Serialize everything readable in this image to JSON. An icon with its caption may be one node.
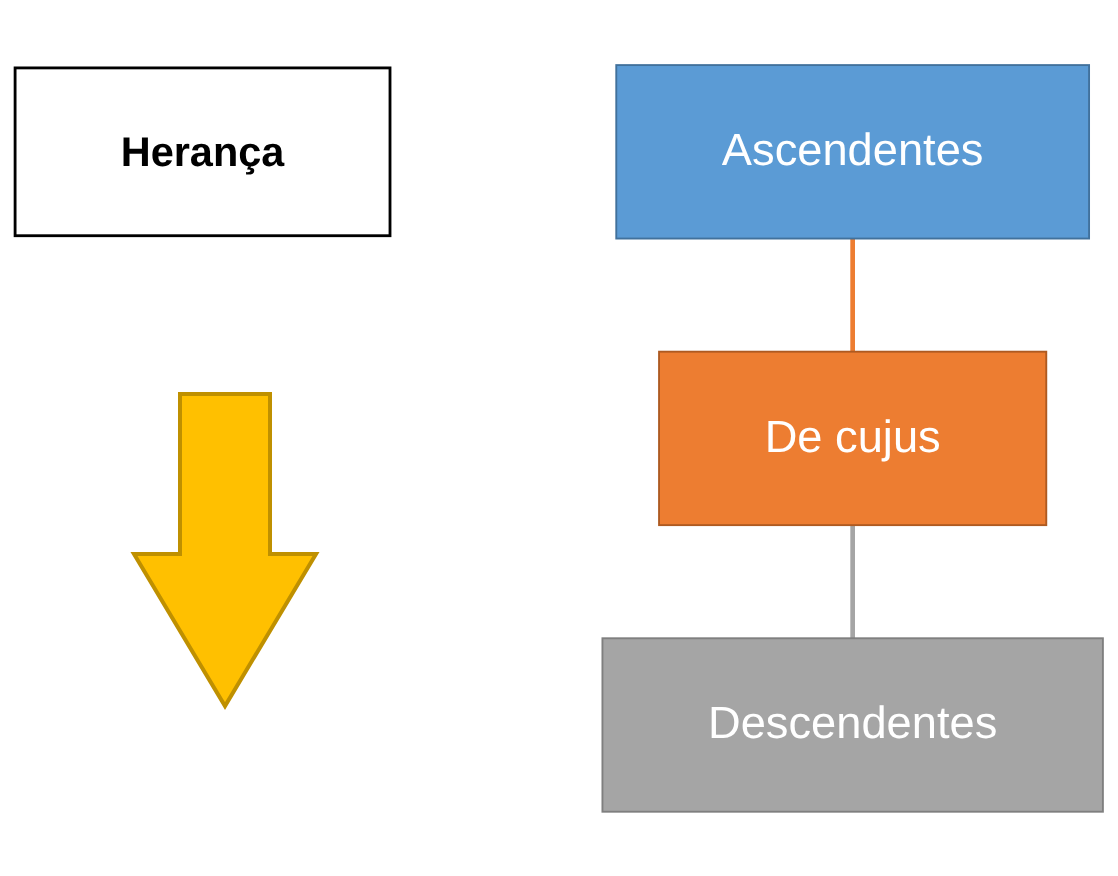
{
  "diagram": {
    "nodes": [
      {
        "text": [
          "Herança"
        ]
      },
      {
        "text": [
          "Ascendentes"
        ]
      },
      {
        "text": [
          "De cujus"
        ]
      },
      {
        "text": [
          "Descendentes"
        ]
      }
    ],
    "edges": [
      {
        "from": 1,
        "to": 2,
        "arrow": "none",
        "color": "#ed7d31"
      },
      {
        "from": 2,
        "to": 3,
        "arrow": "none",
        "color": "#a5a5a5"
      }
    ]
  }
}
